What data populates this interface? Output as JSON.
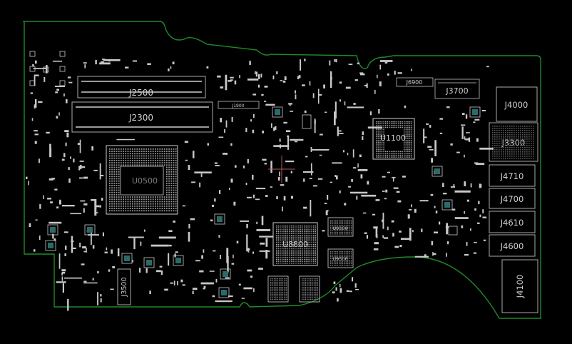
{
  "colors": {
    "background": "#000000",
    "outline": "#1f8a2a",
    "silk": "#d8d8d8",
    "pad": "#bdbdbd",
    "crosshair": "#b05a5a",
    "chip_pad": "#2a6a6a"
  },
  "labels": {
    "j2500": "J2500",
    "j2300": "J2300",
    "j1900": "J1900",
    "u1100": "U1100",
    "j6900": "J6900",
    "j3700": "J3700",
    "j4000": "J4000",
    "j3300": "J3300",
    "j4710": "J4710",
    "j4700": "J4700",
    "j4610": "J4610",
    "j4600": "J4600",
    "j4100": "J4100",
    "u8800": "U8800",
    "u9350": "U9350",
    "u9300": "U9300",
    "u0500": "U0500",
    "j3500": "J3500"
  },
  "icons": {
    "crosshair": "crosshair-icon"
  }
}
